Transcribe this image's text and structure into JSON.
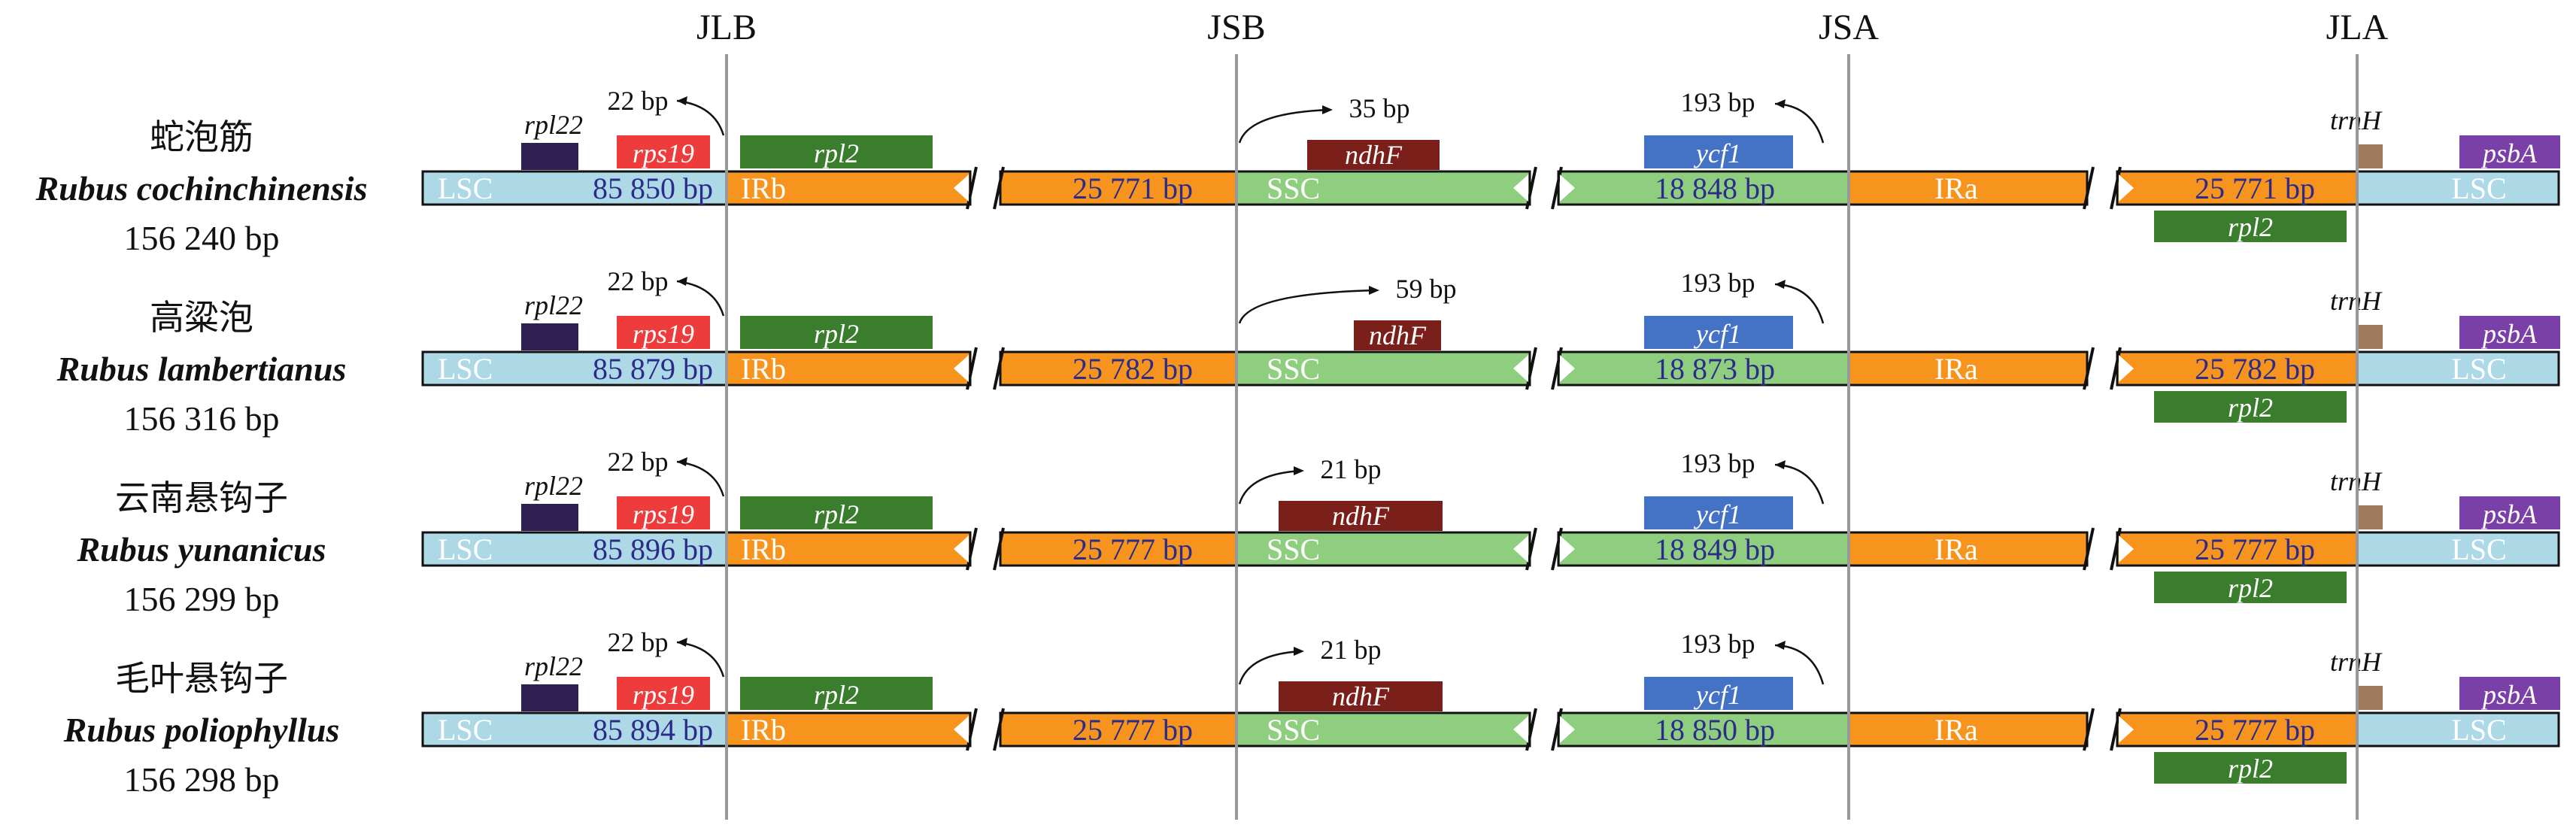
{
  "junctions": [
    "JLB",
    "JSB",
    "JSA",
    "JLA"
  ],
  "colors": {
    "lsc": "#add8e6",
    "ir": "#f7941d",
    "ssc": "#8fce7e",
    "rpl22": "#2e2151",
    "rps19": "#ee3b3b",
    "rpl2": "#3a7d2c",
    "ndhF": "#7b1f1a",
    "ycf1": "#4472c4",
    "trnH": "#9c7a5b",
    "psbA": "#7b3fa8",
    "region_text_light": "#ffffff",
    "region_text_dark": "#2b2b8a",
    "line": "#999999"
  },
  "species": [
    {
      "chinese": "蛇泡筋",
      "latin": "Rubus cochinchinensis",
      "total": "156 240 bp",
      "lsc_len": "85 850 bp",
      "irb_len": "25 771 bp",
      "ssc_len": "18 848 bp",
      "ira_len": "25 771 bp",
      "rps19_dist": "22 bp",
      "ndhF_dist": "35 bp",
      "ycf1_dist": "193 bp"
    },
    {
      "chinese": "高粱泡",
      "latin": "Rubus lambertianus",
      "total": "156 316 bp",
      "lsc_len": "85 879 bp",
      "irb_len": "25 782 bp",
      "ssc_len": "18 873 bp",
      "ira_len": "25 782 bp",
      "rps19_dist": "22 bp",
      "ndhF_dist": "59 bp",
      "ycf1_dist": "193 bp"
    },
    {
      "chinese": "云南悬钩子",
      "latin": "Rubus yunanicus",
      "total": "156 299 bp",
      "lsc_len": "85 896 bp",
      "irb_len": "25 777 bp",
      "ssc_len": "18 849 bp",
      "ira_len": "25 777 bp",
      "rps19_dist": "22 bp",
      "ndhF_dist": "21 bp",
      "ycf1_dist": "193 bp"
    },
    {
      "chinese": "毛叶悬钩子",
      "latin": "Rubus poliophyllus",
      "total": "156 298 bp",
      "lsc_len": "85 894 bp",
      "irb_len": "25 777 bp",
      "ssc_len": "18 850 bp",
      "ira_len": "25 777 bp",
      "rps19_dist": "22 bp",
      "ndhF_dist": "21 bp",
      "ycf1_dist": "193 bp"
    }
  ],
  "region_labels": {
    "lsc": "LSC",
    "irb": "IRb",
    "ssc": "SSC",
    "ira": "IRa"
  },
  "gene_labels": {
    "rpl22": "rpl22",
    "rps19": "rps19",
    "rpl2": "rpl2",
    "ndhF": "ndhF",
    "ycf1": "ycf1",
    "trnH": "trnH",
    "psbA": "psbA"
  }
}
